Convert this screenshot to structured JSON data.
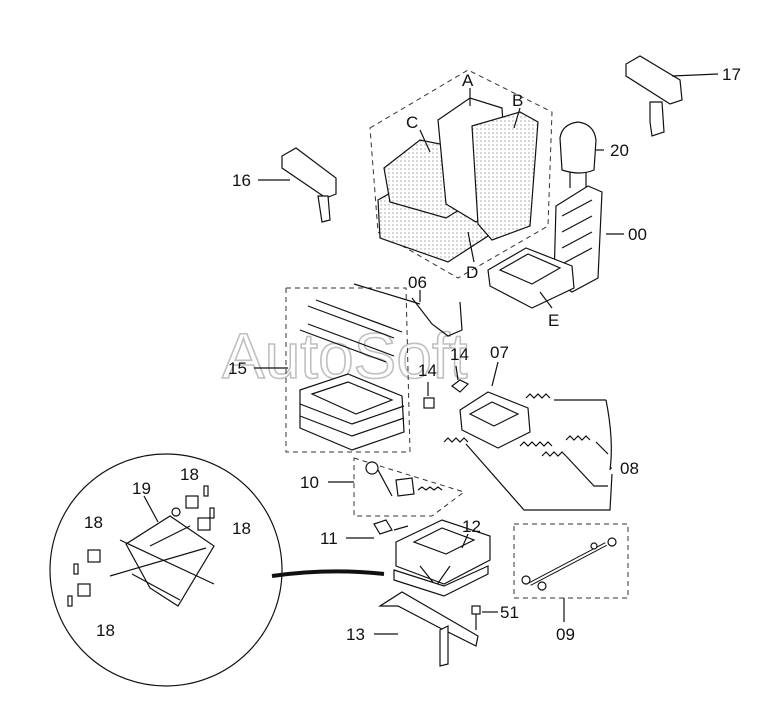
{
  "watermark": "AutoSoft",
  "labels": {
    "A": "A",
    "B": "B",
    "C": "C",
    "D": "D",
    "E": "E",
    "p00": "00",
    "p06": "06",
    "p07": "07",
    "p08": "08",
    "p09": "09",
    "p10": "10",
    "p11": "11",
    "p12": "12",
    "p13": "13",
    "p14a": "14",
    "p14b": "14",
    "p15": "15",
    "p16": "16",
    "p17": "17",
    "p18a": "18",
    "p18b": "18",
    "p18c": "18",
    "p18d": "18",
    "p19": "19",
    "p20": "20",
    "p51": "51"
  },
  "colors": {
    "line": "#111111",
    "watermark": "#b5b5b5",
    "background": "#ffffff"
  }
}
